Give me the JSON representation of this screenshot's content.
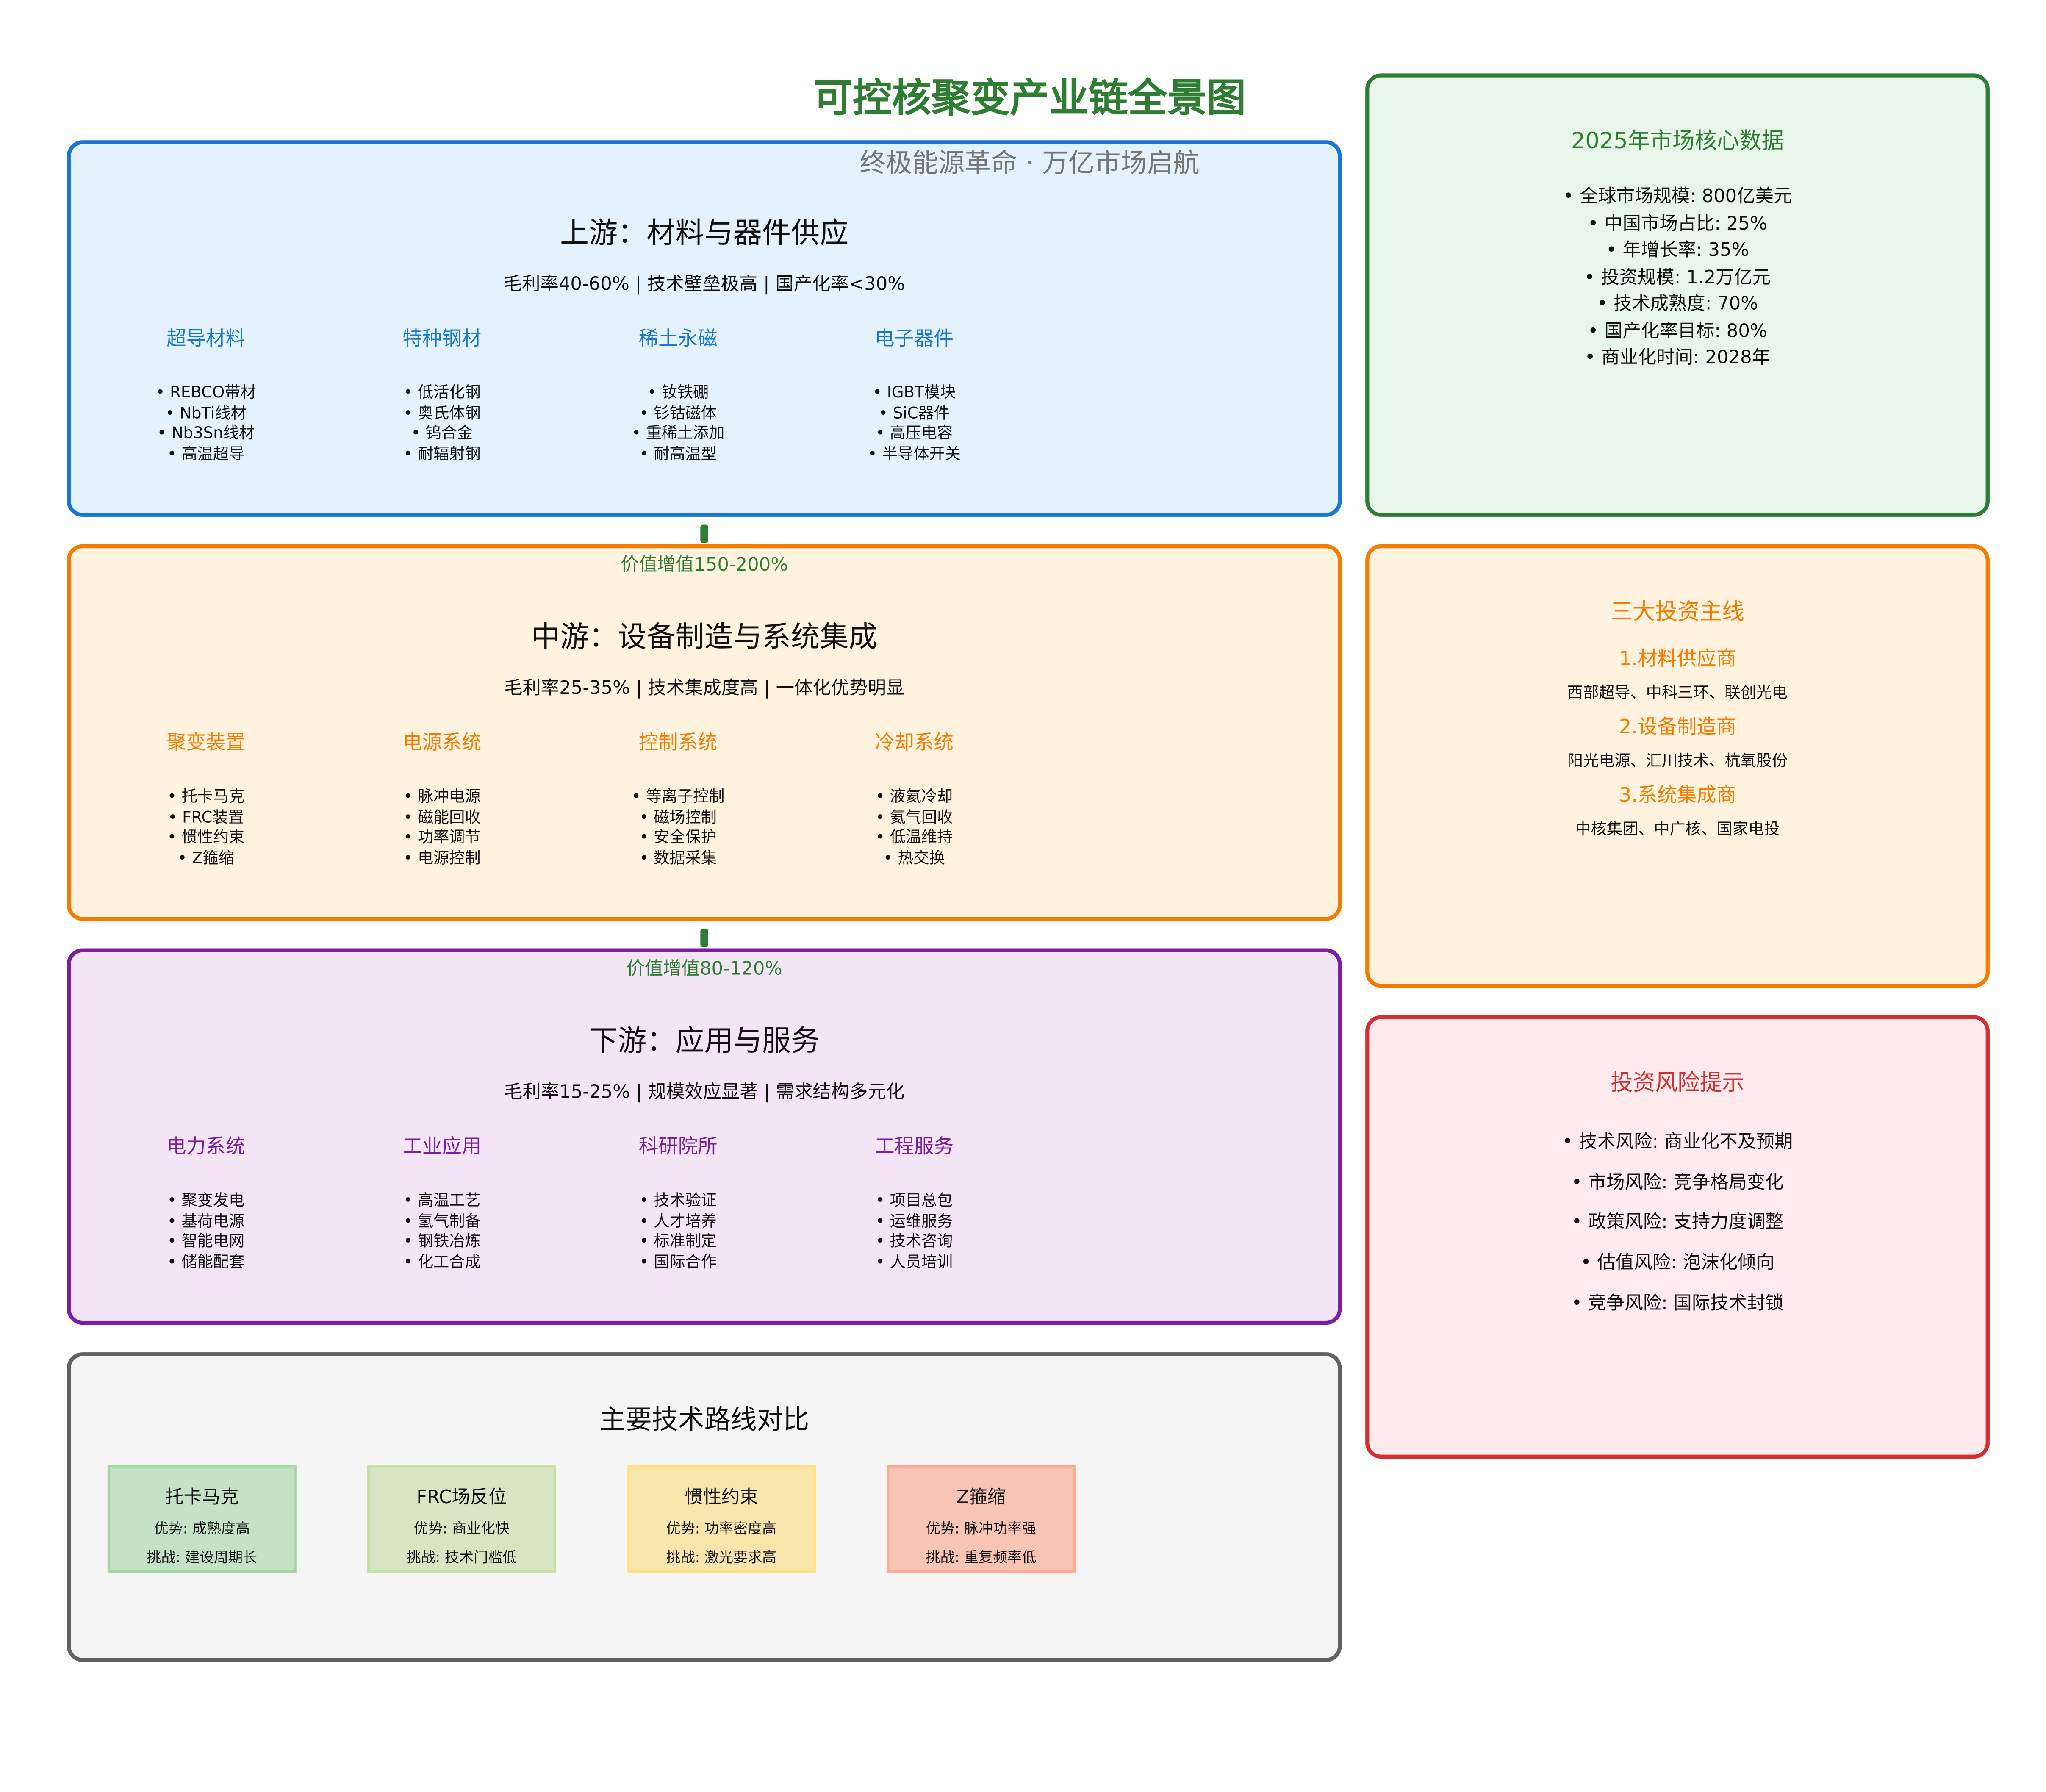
{
  "header": {
    "title": "可控核聚变产业链全景图",
    "subtitle": "终极能源革命 ·  万亿市场启航"
  },
  "upstream": {
    "title": "上游：材料与器件供应",
    "summary": "毛利率40-60% | 技术壁垒极高 | 国产化率<30%",
    "color": "#1976d2",
    "columns": [
      {
        "name": "超导材料",
        "items": [
          "• REBCO带材",
          "• NbTi线材",
          "• Nb3Sn线材",
          "• 高温超导"
        ]
      },
      {
        "name": "特种钢材",
        "items": [
          "• 低活化钢",
          "• 奥氏体钢",
          "• 钨合金",
          "• 耐辐射钢"
        ]
      },
      {
        "name": "稀土永磁",
        "items": [
          "• 钕铁硼",
          "• 钐钴磁体",
          "• 重稀土添加",
          "• 耐高温型"
        ]
      },
      {
        "name": "电子器件",
        "items": [
          "• IGBT模块",
          "• SiC器件",
          "• 高压电容",
          "• 半导体开关"
        ]
      }
    ]
  },
  "value_add_1": "价值增值150-200%",
  "midstream": {
    "title": "中游：设备制造与系统集成",
    "summary": "毛利率25-35% | 技术集成度高 | 一体化优势明显",
    "color": "#f57c00",
    "columns": [
      {
        "name": "聚变装置",
        "items": [
          "• 托卡马克",
          "• FRC装置",
          "• 惯性约束",
          "• Z箍缩"
        ]
      },
      {
        "name": "电源系统",
        "items": [
          "• 脉冲电源",
          "• 磁能回收",
          "• 功率调节",
          "• 电源控制"
        ]
      },
      {
        "name": "控制系统",
        "items": [
          "• 等离子控制",
          "• 磁场控制",
          "• 安全保护",
          "• 数据采集"
        ]
      },
      {
        "name": "冷却系统",
        "items": [
          "• 液氦冷却",
          "• 氦气回收",
          "• 低温维持",
          "• 热交换"
        ]
      }
    ]
  },
  "value_add_2": "价值增值80-120%",
  "downstream": {
    "title": "下游：应用与服务",
    "summary": "毛利率15-25% | 规模效应显著 | 需求结构多元化",
    "color": "#7b1fa2",
    "columns": [
      {
        "name": "电力系统",
        "items": [
          "• 聚变发电",
          "• 基荷电源",
          "• 智能电网",
          "• 储能配套"
        ]
      },
      {
        "name": "工业应用",
        "items": [
          "• 高温工艺",
          "• 氢气制备",
          "• 钢铁冶炼",
          "• 化工合成"
        ]
      },
      {
        "name": "科研院所",
        "items": [
          "• 技术验证",
          "• 人才培养",
          "• 标准制定",
          "• 国际合作"
        ]
      },
      {
        "name": "工程服务",
        "items": [
          "• 项目总包",
          "• 运维服务",
          "• 技术咨询",
          "• 人员培训"
        ]
      }
    ]
  },
  "tech": {
    "title": "主要技术路线对比",
    "cards": [
      {
        "name": "托卡马克",
        "adv": "优势: 成熟度高",
        "chal": "挑战: 建设周期长"
      },
      {
        "name": "FRC场反位",
        "adv": "优势: 商业化快",
        "chal": "挑战: 技术门槛低"
      },
      {
        "name": "惯性约束",
        "adv": "优势: 功率密度高",
        "chal": "挑战: 激光要求高"
      },
      {
        "name": "Z箍缩",
        "adv": "优势: 脉冲功率强",
        "chal": "挑战: 重复频率低"
      }
    ]
  },
  "market": {
    "title": "2025年市场核心数据",
    "items": [
      "• 全球市场规模: 800亿美元",
      "• 中国市场占比: 25%",
      "• 年增长率: 35%",
      "• 投资规模: 1.2万亿元",
      "• 技术成熟度: 70%",
      "• 国产化率目标: 80%",
      "• 商业化时间: 2028年"
    ]
  },
  "invest": {
    "title": "三大投资主线",
    "lines": [
      {
        "name": "1.材料供应商",
        "companies": "西部超导、中科三环、联创光电"
      },
      {
        "name": "2.设备制造商",
        "companies": "阳光电源、汇川技术、杭氧股份"
      },
      {
        "name": "3.系统集成商",
        "companies": "中核集团、中广核、国家电投"
      }
    ]
  },
  "risk": {
    "title": "投资风险提示",
    "items": [
      "• 技术风险: 商业化不及预期",
      "• 市场风险: 竞争格局变化",
      "• 政策风险: 支持力度调整",
      "• 估值风险: 泡沫化倾向",
      "• 竞争风险: 国际技术封锁"
    ]
  }
}
